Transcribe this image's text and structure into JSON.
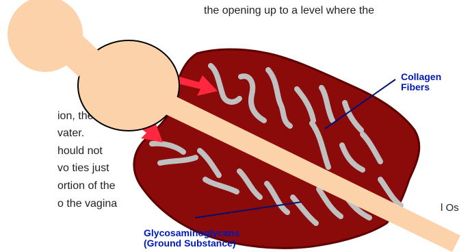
{
  "document": {
    "top_line": "the opening up to a level where the",
    "left_fragments": [
      "ion, the",
      "vater.",
      "hould not",
      "vo ties just",
      "ortion of the",
      "o the vagina"
    ],
    "right_fragment": "l Os"
  },
  "diagram": {
    "labels": {
      "collagen": [
        "Collagen",
        "Fibers"
      ],
      "gag": [
        "Glycosaminoglycans",
        "(Ground Substance)"
      ]
    },
    "colors": {
      "tissue": "#8b0a0a",
      "fiber": "#c0c0c0",
      "instrument": "#fcd2aa",
      "arrow": "#ff2840",
      "pointer": "#001070",
      "label": "#0018b8"
    }
  }
}
